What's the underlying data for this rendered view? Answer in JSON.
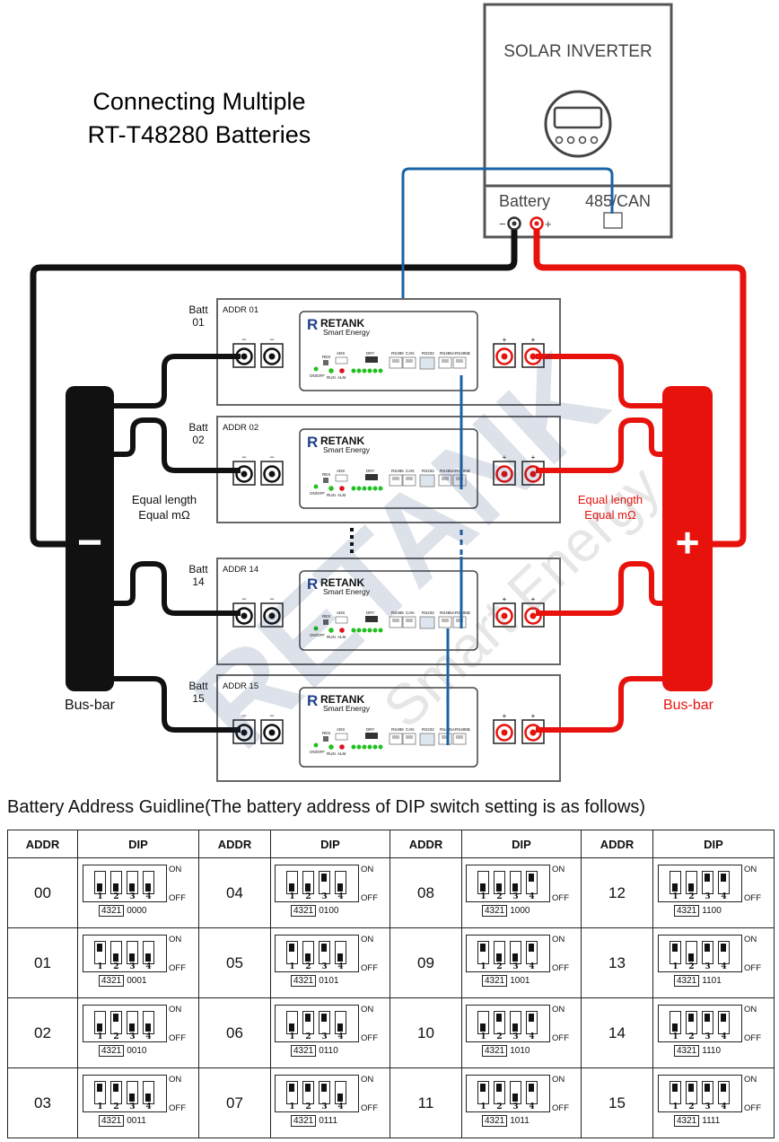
{
  "title": {
    "line1": "Connecting Multiple",
    "line2": "RT-T48280 Batteries"
  },
  "inverter": {
    "title": "SOLAR INVERTER",
    "battery_label": "Battery",
    "comm_label": "485/CAN",
    "minus": "−",
    "plus": "+"
  },
  "busbar_neg": {
    "sign": "−",
    "label": "Bus-bar"
  },
  "busbar_pos": {
    "sign": "+",
    "label": "Bus-bar"
  },
  "note_left": {
    "line1": "Equal length",
    "line2": "Equal mΩ"
  },
  "note_right": {
    "line1": "Equal length",
    "line2": "Equal mΩ"
  },
  "batteries": [
    {
      "batt_line1": "Batt",
      "batt_line2": "01",
      "addr": "ADDR 01"
    },
    {
      "batt_line1": "Batt",
      "batt_line2": "02",
      "addr": "ADDR 02"
    },
    {
      "batt_line1": "Batt",
      "batt_line2": "14",
      "addr": "ADDR 14"
    },
    {
      "batt_line1": "Batt",
      "batt_line2": "15",
      "addr": "ADDR 15"
    }
  ],
  "panel": {
    "brand": "RETANK",
    "brand_logo": "R",
    "tagline": "Smart Energy",
    "res": "RES",
    "ads": "ADS",
    "dry": "DRY",
    "onoff": "ON/OFF",
    "run": "RUN",
    "alm": "ALM",
    "rs485": "RS485",
    "can": "CAN",
    "rs232": "RS232",
    "rs485a": "RS485A",
    "rs485b": "RS485B"
  },
  "colors": {
    "negative": "#111111",
    "positive": "#e8120c",
    "comm": "#1a62a6",
    "led": "#22c022",
    "alarm": "#e0101a"
  },
  "guide_title": "Battery Address Guidline(The battery address of DIP switch setting is as follows)",
  "table": {
    "headers": [
      "ADDR",
      "DIP",
      "ADDR",
      "DIP",
      "ADDR",
      "DIP",
      "ADDR",
      "DIP"
    ],
    "on_label": "ON",
    "off_label": "OFF",
    "code_prefix": "4321",
    "switch_numbers": [
      "1",
      "2",
      "3",
      "4"
    ],
    "rows": [
      [
        {
          "addr": "00",
          "code": "0000"
        },
        {
          "addr": "04",
          "code": "0100"
        },
        {
          "addr": "08",
          "code": "1000"
        },
        {
          "addr": "12",
          "code": "1100"
        }
      ],
      [
        {
          "addr": "01",
          "code": "0001"
        },
        {
          "addr": "05",
          "code": "0101"
        },
        {
          "addr": "09",
          "code": "1001"
        },
        {
          "addr": "13",
          "code": "1101"
        }
      ],
      [
        {
          "addr": "02",
          "code": "0010"
        },
        {
          "addr": "06",
          "code": "0110"
        },
        {
          "addr": "10",
          "code": "1010"
        },
        {
          "addr": "14",
          "code": "1110"
        }
      ],
      [
        {
          "addr": "03",
          "code": "0011"
        },
        {
          "addr": "07",
          "code": "0111"
        },
        {
          "addr": "11",
          "code": "1011"
        },
        {
          "addr": "15",
          "code": "1111"
        }
      ]
    ]
  }
}
